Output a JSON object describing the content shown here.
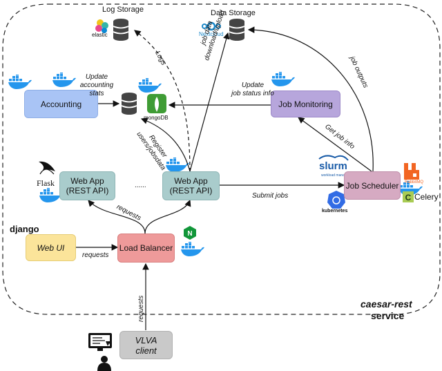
{
  "storage": {
    "log_title": "Log Storage",
    "data_title": "Data Storage"
  },
  "logos": {
    "elastic": "elastic",
    "nextcloud": "Nextcloud",
    "mongodb": "mongoDB",
    "flask": "Flask",
    "django": "django",
    "slurm": "slurm",
    "slurm_sub": "workload manager",
    "kubernetes": "kubernetes",
    "rabbitmq": "RabbitMQ",
    "celery": "Celery"
  },
  "boxes": {
    "accounting": "Accounting",
    "job_monitoring": "Job Monitoring",
    "webapp1_line1": "Web App",
    "webapp1_line2": "(REST API)",
    "webapp2_line1": "Web App",
    "webapp2_line2": "(REST API)",
    "ellipsis": "......",
    "job_scheduler": "Job Scheduler",
    "web_ui": "Web UI",
    "load_balancer": "Load Balancer",
    "vlva_line1": "VLVA",
    "vlva_line2": "client"
  },
  "labels": {
    "logs": "Logs",
    "job_data_line1": "job data",
    "job_data_line2": "download/upload",
    "job_outputs": "job outputs",
    "update_accounting_line1": "Update",
    "update_accounting_line2": "accounting",
    "update_accounting_line3": "stats",
    "update_job_status_line1": "Update",
    "update_job_status_line2": "job status info",
    "register_line1": "Register",
    "register_line2": "users/jobsdata",
    "get_job_info": "Get job info",
    "submit_jobs": "Submit jobs",
    "requests_webapps": "requests",
    "requests_webui": "requests",
    "requests_client": "requests"
  },
  "service": {
    "line1": "caesar-rest",
    "line2": "service"
  },
  "colors": {
    "accounting": "#a9c4f5",
    "job_monitoring": "#b7a6dc",
    "webapp": "#a9cccc",
    "job_scheduler": "#d6aac2",
    "web_ui": "#fbe49a",
    "load_balancer": "#ee9a9a",
    "vlva": "#c9c9c9",
    "docker": "#2496ed",
    "mongo_green": "#3f9c35",
    "nginx_green": "#119639",
    "rabbit_orange": "#f26522",
    "celery_green": "#a9cc54"
  }
}
